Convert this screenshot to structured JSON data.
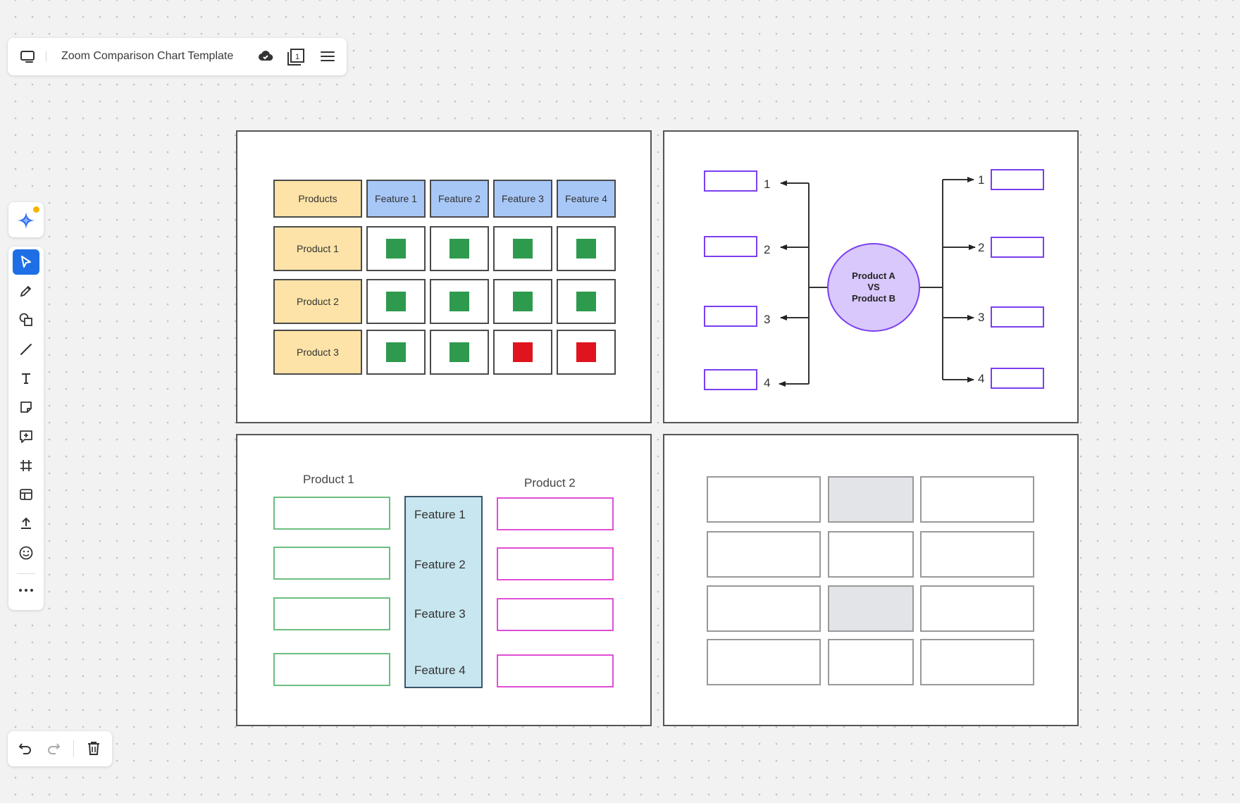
{
  "board": {
    "title": "Zoom Comparison Chart Template"
  },
  "icons": {
    "board": "board-icon",
    "cloud": "cloud-icon",
    "pages": "pages-icon",
    "menu": "menu-icon",
    "ai": "ai-sparkle-icon",
    "select": "cursor-icon",
    "pen": "pencil-icon",
    "shapes": "shapes-icon",
    "line": "line-icon",
    "text": "text-icon",
    "sticky": "sticky-note-icon",
    "comment": "comment-icon",
    "frame": "frame-icon",
    "template": "template-icon",
    "upload": "upload-icon",
    "emoji": "emoji-icon",
    "more": "more-icon",
    "undo": "undo-icon",
    "redo": "redo-icon",
    "trash": "trash-icon"
  },
  "topbar": {
    "pages_count": "1"
  },
  "colors": {
    "accent": "#1e6fe5",
    "check_green": "#2e9a4e",
    "cross_red": "#e0141e",
    "vs_purple": "#7a3ff0"
  },
  "matrix": {
    "header": [
      "Products",
      "Feature 1",
      "Feature 2",
      "Feature 3",
      "Feature 4"
    ],
    "rows": [
      {
        "label": "Product 1",
        "status": [
          "yes",
          "yes",
          "yes",
          "yes"
        ]
      },
      {
        "label": "Product 2",
        "status": [
          "yes",
          "yes",
          "yes",
          "yes"
        ]
      },
      {
        "label": "Product 3",
        "status": [
          "yes",
          "yes",
          "no",
          "no"
        ]
      }
    ]
  },
  "versus": {
    "center_lines": [
      "Product A",
      "VS",
      "Product B"
    ],
    "left_numbers": [
      "1",
      "2",
      "3",
      "4"
    ],
    "right_numbers": [
      "1",
      "2",
      "3",
      "4"
    ]
  },
  "side_by_side": {
    "left_title": "Product 1",
    "right_title": "Product 2",
    "features": [
      "Feature 1",
      "Feature 2",
      "Feature 3",
      "Feature 4"
    ]
  },
  "grid_template": {
    "rows": 4,
    "cols": 3,
    "shaded_middle_rows": [
      0,
      2
    ]
  }
}
